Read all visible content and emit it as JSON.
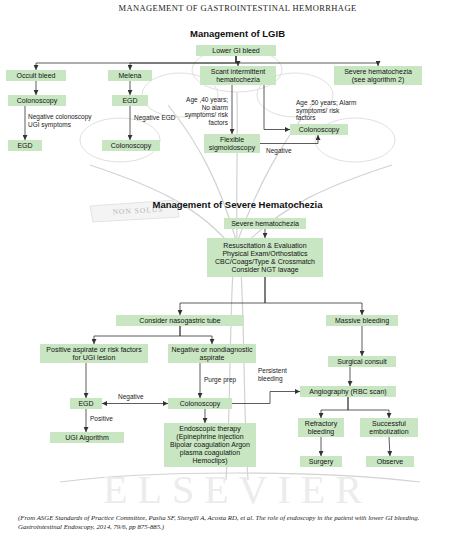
{
  "diagram": {
    "title": "MANAGEMENT OF GASTROINTESTINAL HEMORRHAGE",
    "caption": "(From ASGE Standards of Practice Committee, Pasha SF, Shergill A, Acosta RD, et al. The role of endoscopy in the patient with lower GI bleeding. Gastrointestinal Endoscopy, 2014, 79/6, pp 875-885.)",
    "nodes": [
      {
        "text": [
          "Lower GI bleed"
        ]
      },
      {
        "text": [
          "Occult bleed"
        ]
      },
      {
        "text": [
          "Melena"
        ]
      },
      {
        "text": [
          "Scant intermittent hematochezia"
        ]
      },
      {
        "text": [
          "Severe hematochezia (see algorithm 2)"
        ]
      },
      {
        "text": [
          "Colonoscopy"
        ]
      },
      {
        "text": [
          "EGD"
        ]
      },
      {
        "text": [
          "EGD"
        ]
      },
      {
        "text": [
          "Colonoscopy"
        ]
      },
      {
        "text": [
          "Flexible sigmoidoscopy"
        ]
      },
      {
        "text": [
          "Colonoscopy"
        ]
      },
      {
        "text": [
          "Severe hematochezia"
        ]
      },
      {
        "text": [
          "Resuscitation & Evaluation Physical Exam/Orthostatics CBC/Coags/Type & Crossmatch Consider NGT lavage"
        ]
      },
      {
        "text": [
          "Consider nasogastric tube"
        ]
      },
      {
        "text": [
          "Massive bleeding"
        ]
      },
      {
        "text": [
          "Positive aspirate or risk factors for UGI lesion"
        ]
      },
      {
        "text": [
          "Negative or nondiagnostic aspirate"
        ]
      },
      {
        "text": [
          "Surgical consult"
        ]
      },
      {
        "text": [
          "EGD"
        ]
      },
      {
        "text": [
          "Colonoscopy"
        ]
      },
      {
        "text": [
          "Angiography (RBC scan)"
        ]
      },
      {
        "text": [
          "UGI Algorithm"
        ]
      },
      {
        "text": [
          "Endoscopic therapy (Epinephrine injection Bipolar coagulation Argon plasma coagulation Hemoclips)"
        ]
      },
      {
        "text": [
          "Refractory bleeding"
        ]
      },
      {
        "text": [
          "Successful embolization"
        ]
      },
      {
        "text": [
          "Surgery"
        ]
      },
      {
        "text": [
          "Observe"
        ]
      }
    ],
    "edges": [
      {
        "from": 0,
        "to": 1,
        "arrow": "to"
      },
      {
        "from": 0,
        "to": 2,
        "arrow": "to"
      },
      {
        "from": 0,
        "to": 3,
        "arrow": "to"
      },
      {
        "from": 0,
        "to": 4,
        "arrow": "to"
      },
      {
        "from": 1,
        "to": 5,
        "arrow": "to"
      },
      {
        "from": 5,
        "to": 7,
        "label": "Negative colonoscopy UGI symptoms",
        "arrow": "to"
      },
      {
        "from": 2,
        "to": 6,
        "arrow": "to"
      },
      {
        "from": 6,
        "to": 8,
        "label": "Negative EGD",
        "arrow": "to"
      },
      {
        "from": 3,
        "to": 9,
        "label": "Age ,40 years; No alarm symptoms/ risk factors",
        "arrow": "to"
      },
      {
        "from": 3,
        "to": 10,
        "label": "Age .50 years; Alarm symptoms/ risk factors",
        "arrow": "to"
      },
      {
        "from": 9,
        "to": 10,
        "label": "Negative",
        "arrow": "to"
      },
      {
        "from": 11,
        "to": 12,
        "arrow": "to"
      },
      {
        "from": 12,
        "to": 13,
        "arrow": "to"
      },
      {
        "from": 12,
        "to": 14,
        "arrow": "to"
      },
      {
        "from": 13,
        "to": 15,
        "arrow": "to"
      },
      {
        "from": 13,
        "to": 16,
        "arrow": "to"
      },
      {
        "from": 14,
        "to": 17,
        "arrow": "to"
      },
      {
        "from": 17,
        "to": 20,
        "arrow": "to"
      },
      {
        "from": 15,
        "to": 18,
        "arrow": "to"
      },
      {
        "from": 16,
        "to": 19,
        "label": "Purge prep",
        "arrow": "to"
      },
      {
        "from": 18,
        "to": 19,
        "label": "Negative",
        "arrow": "both"
      },
      {
        "from": 18,
        "to": 21,
        "label": "Positive",
        "arrow": "to"
      },
      {
        "from": 19,
        "to": 22,
        "arrow": "to"
      },
      {
        "from": 19,
        "to": 20,
        "label": "Persistent bleeding",
        "arrow": "to"
      },
      {
        "from": 20,
        "to": 23,
        "arrow": "to"
      },
      {
        "from": 20,
        "to": 24,
        "arrow": "to"
      },
      {
        "from": 23,
        "to": 25,
        "arrow": "to"
      },
      {
        "from": 24,
        "to": 26,
        "arrow": "to"
      }
    ],
    "labels": [
      "Management of LGIB",
      "Management of Severe Hematochezia",
      "NON SOLUS",
      "ELSEVIER"
    ]
  }
}
